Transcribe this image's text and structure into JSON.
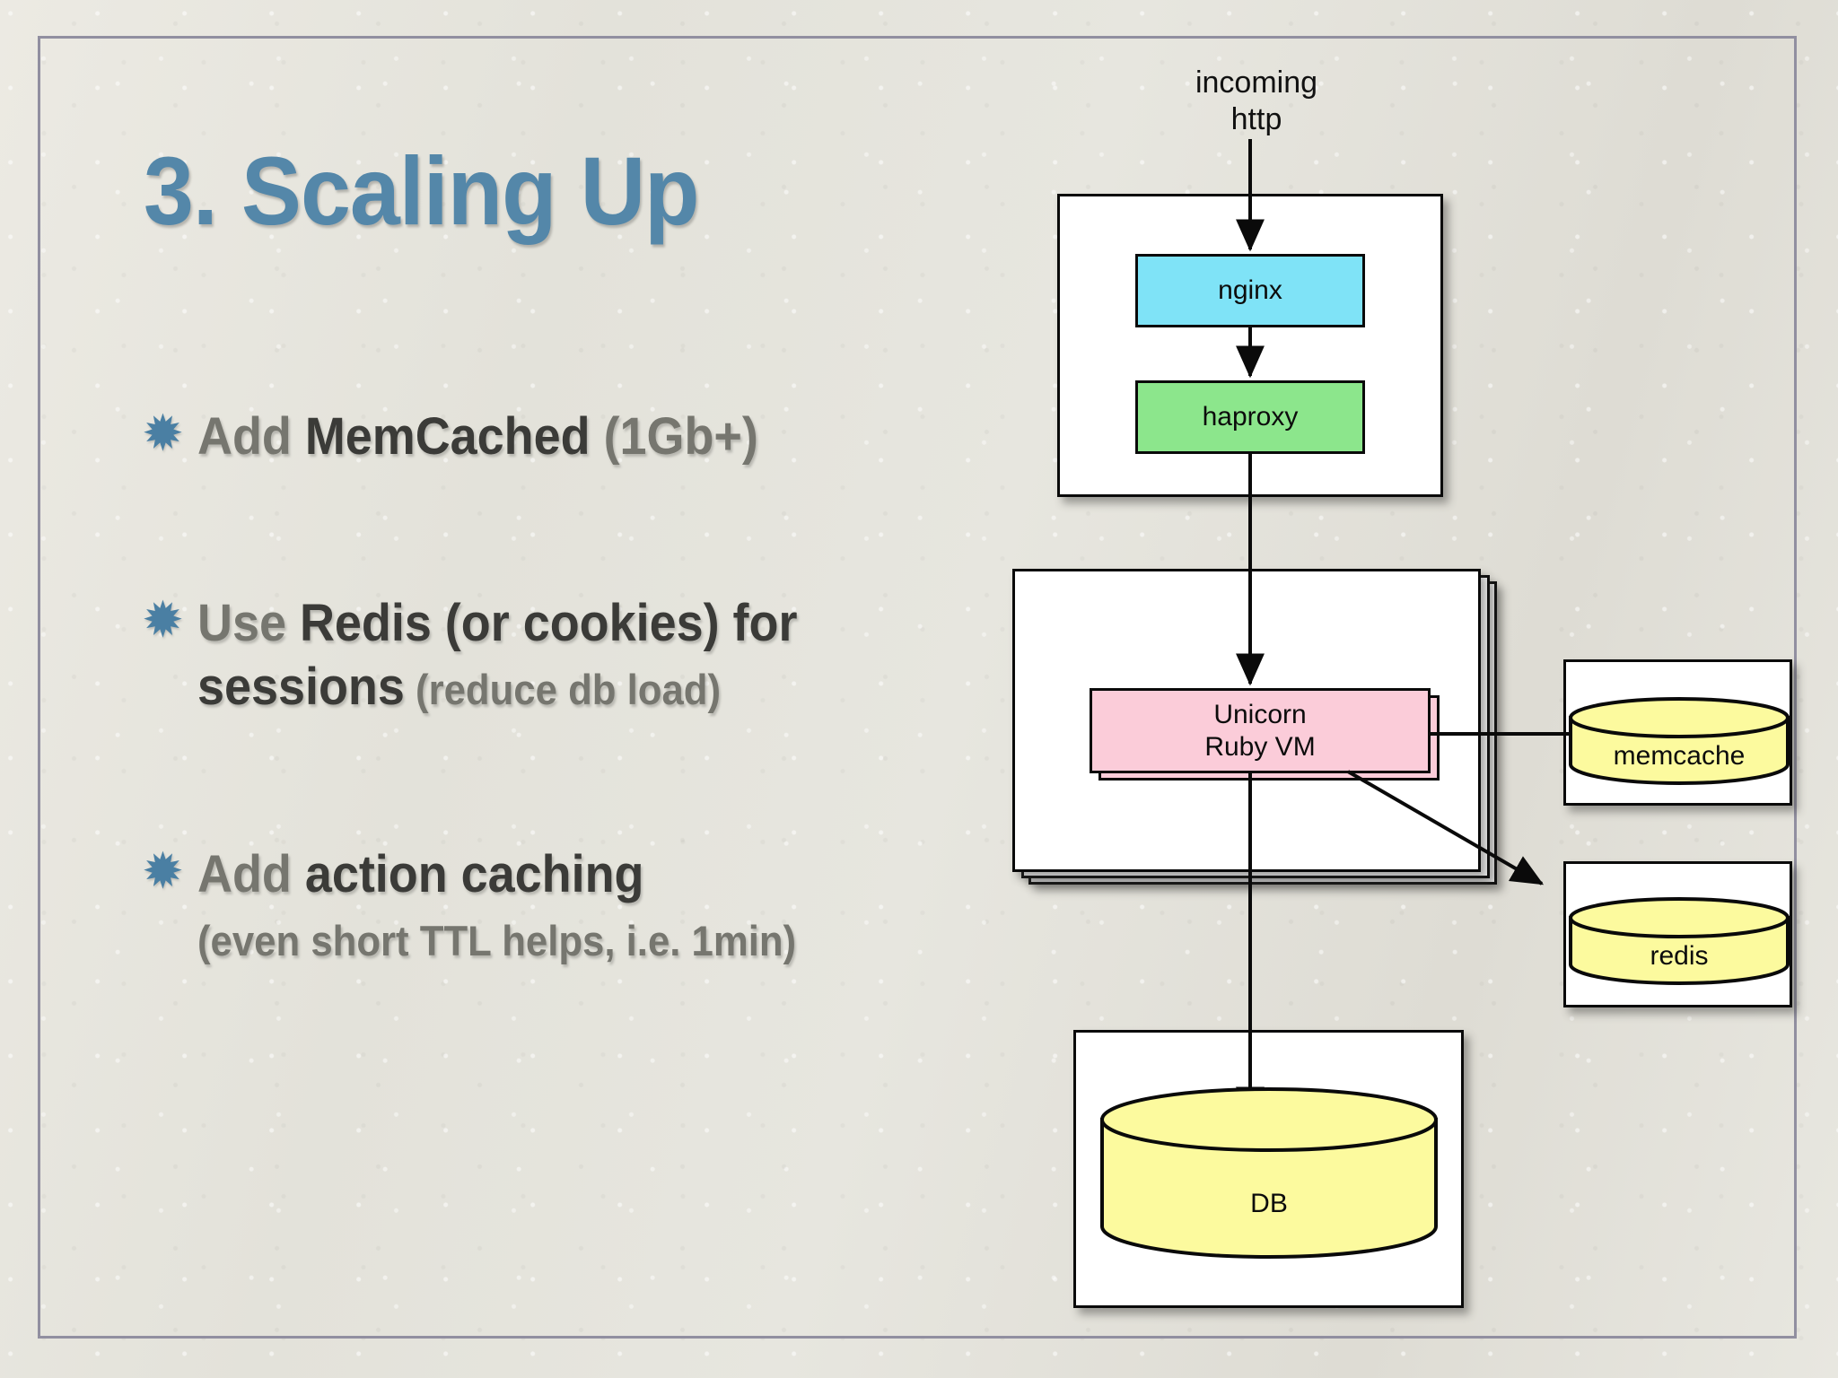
{
  "slide": {
    "title": "3. Scaling Up",
    "background_color": "#e4e3dc",
    "frame_color": "#918fa0",
    "title_color": "#5487a9",
    "bullet_glyph": "✹",
    "bullets": [
      {
        "lead": "Add ",
        "emphasis": "MemCached",
        "tail": " (1Gb+)",
        "note": ""
      },
      {
        "lead": "Use ",
        "emphasis": "Redis (or cookies) for sessions",
        "tail": "",
        "note": " (reduce db load)"
      },
      {
        "lead": "Add ",
        "emphasis": "action caching",
        "tail": "",
        "note": "(even short TTL helps, i.e. 1min)"
      }
    ]
  },
  "diagram": {
    "incoming_label": "incoming\nhttp",
    "incoming_label_line1": "incoming",
    "incoming_label_line2": "http",
    "nodes": {
      "nginx": {
        "label": "nginx",
        "color": "#7fe3f7"
      },
      "haproxy": {
        "label": "haproxy",
        "color": "#8ce68c"
      },
      "unicorn_line1": "Unicorn",
      "unicorn_line2": "Ruby VM",
      "unicorn_color": "#fbccd9",
      "memcache": {
        "label": "memcache",
        "color": "#fcfa9e"
      },
      "redis": {
        "label": "redis",
        "color": "#fcfa9e"
      },
      "db": {
        "label": "DB",
        "color": "#fcfa9e"
      }
    },
    "edges": [
      {
        "from": "incoming http",
        "to": "nginx"
      },
      {
        "from": "nginx",
        "to": "haproxy"
      },
      {
        "from": "haproxy",
        "to": "Unicorn Ruby VM"
      },
      {
        "from": "Unicorn Ruby VM",
        "to": "memcache"
      },
      {
        "from": "Unicorn Ruby VM",
        "to": "redis"
      },
      {
        "from": "Unicorn Ruby VM",
        "to": "DB"
      }
    ]
  }
}
